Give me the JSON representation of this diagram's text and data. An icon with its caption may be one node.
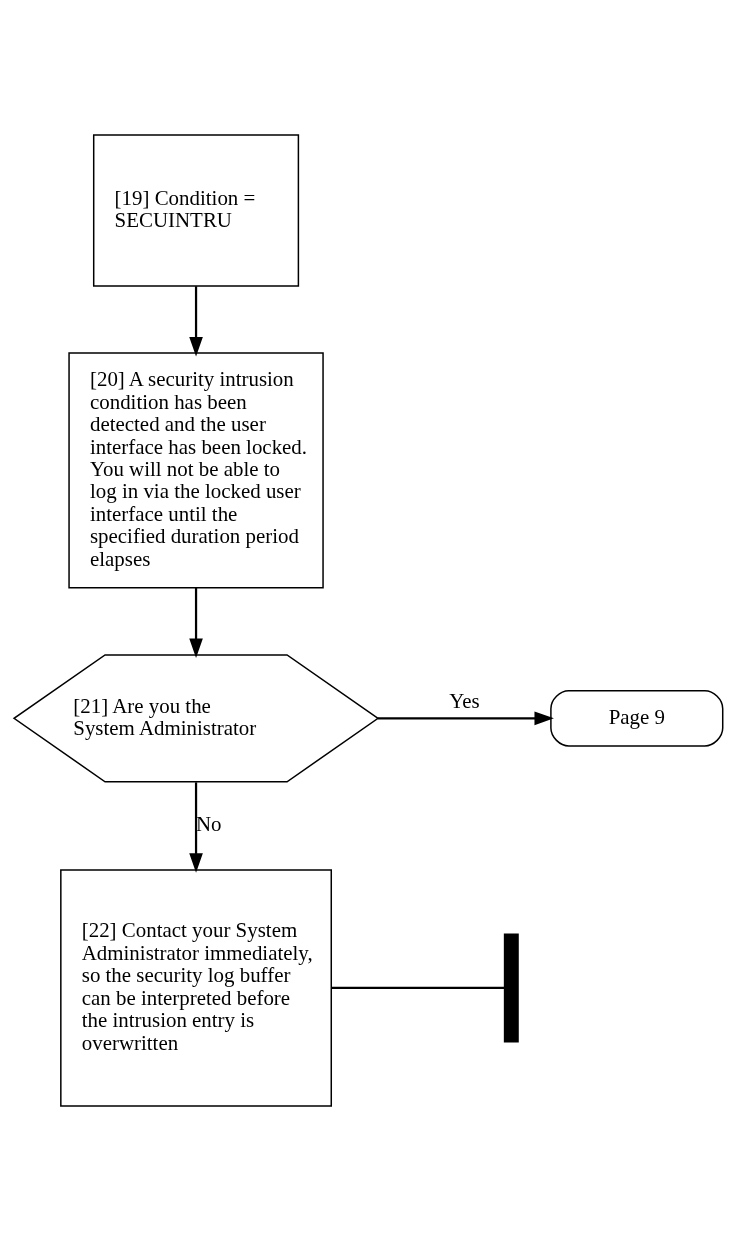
{
  "diagram": {
    "nodes": [
      {
        "text": [
          "[19] Condition = SECUINTRU"
        ]
      },
      {
        "text": [
          "[20] A security intrusion condition has been detected and the user interface has been locked. You will not be able to log in via the locked user interface until the specified duration period elapses"
        ]
      },
      {
        "text": [
          "[21] Are you the System Administrator"
        ]
      },
      {
        "text": [
          "Page 9"
        ]
      },
      {
        "text": [
          "[22] Contact your System Administrator immediately, so the security log buffer can be interpreted before the intrusion entry is overwritten"
        ]
      },
      {
        "text": [],
        "shape": "bar"
      }
    ],
    "edges": [
      {
        "from": 0,
        "to": 1,
        "arrow": "to"
      },
      {
        "from": 1,
        "to": 2,
        "arrow": "to"
      },
      {
        "from": 2,
        "to": 3,
        "arrow": "to",
        "label": "Yes"
      },
      {
        "from": 2,
        "to": 4,
        "arrow": "to",
        "label": "No"
      },
      {
        "from": 4,
        "to": 5,
        "arrow": "none"
      }
    ]
  }
}
